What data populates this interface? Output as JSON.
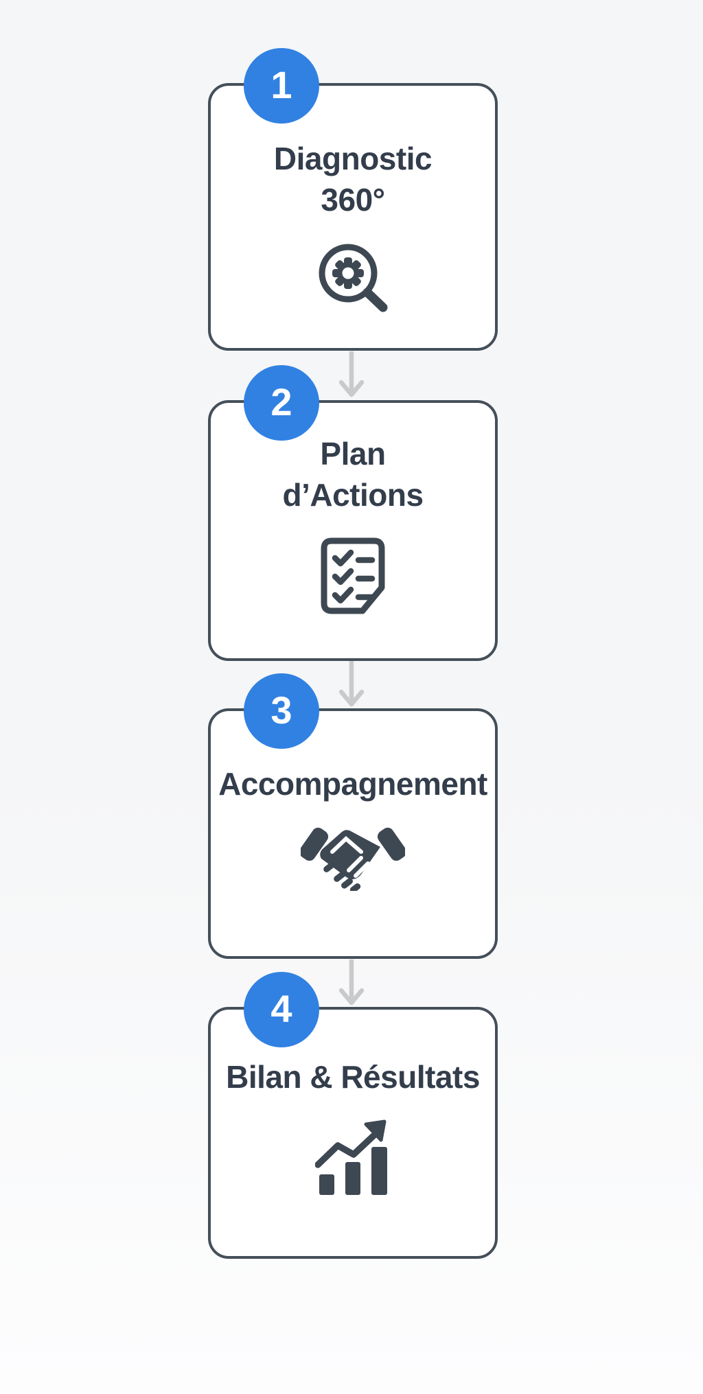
{
  "colors": {
    "accent": "#3181e2",
    "ink": "#3e4852",
    "title": "#333d4b",
    "card_border": "#454f59",
    "card_bg": "#ffffff",
    "arrow": "#c8cacc",
    "badge_text": "#ffffff",
    "page_top": "#f5f6f7",
    "page_bottom": "#fdfdfe"
  },
  "steps": [
    {
      "number": "1",
      "title_lines": [
        "Diagnostic",
        "360°"
      ],
      "icon": "magnifier-gear-icon"
    },
    {
      "number": "2",
      "title_lines": [
        "Plan",
        "d’Actions"
      ],
      "icon": "checklist-icon"
    },
    {
      "number": "3",
      "title_lines": [
        "Accompagnement"
      ],
      "icon": "handshake-icon"
    },
    {
      "number": "4",
      "title_lines": [
        "Bilan & Résultats"
      ],
      "icon": "bar-chart-growth-icon"
    }
  ]
}
